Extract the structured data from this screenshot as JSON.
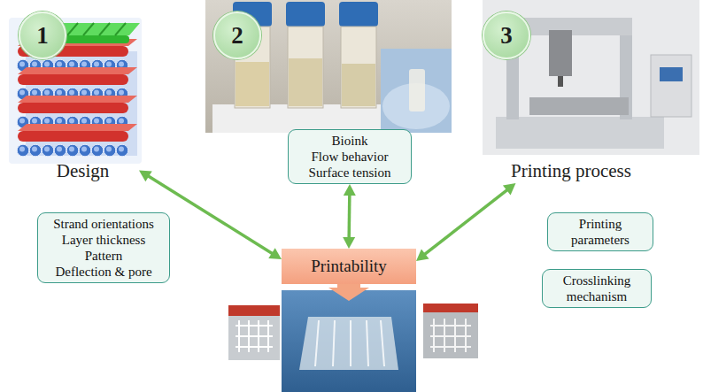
{
  "diagram": {
    "nodes": [
      {
        "text": [
          "Design"
        ]
      },
      {
        "text": [
          "1"
        ],
        "in": 0
      },
      {
        "text": [
          "2"
        ]
      },
      {
        "text": [
          "Bioink",
          "Flow behavior",
          "Surface tension"
        ]
      },
      {
        "text": [
          "Printing process"
        ]
      },
      {
        "text": [
          "3"
        ],
        "in": 4
      },
      {
        "text": [
          "Strand orientations",
          "Layer thickness",
          "Pattern",
          "Deflection & pore"
        ]
      },
      {
        "text": [
          "Printability"
        ]
      },
      {
        "text": [
          "Printing parameters"
        ]
      },
      {
        "text": [
          "Crosslinking mechanism"
        ]
      }
    ],
    "edges": [
      {
        "from": 0,
        "to": 7,
        "arrow": "both"
      },
      {
        "from": 3,
        "to": 7,
        "arrow": "both"
      },
      {
        "from": 4,
        "to": 7,
        "arrow": "both"
      }
    ]
  }
}
